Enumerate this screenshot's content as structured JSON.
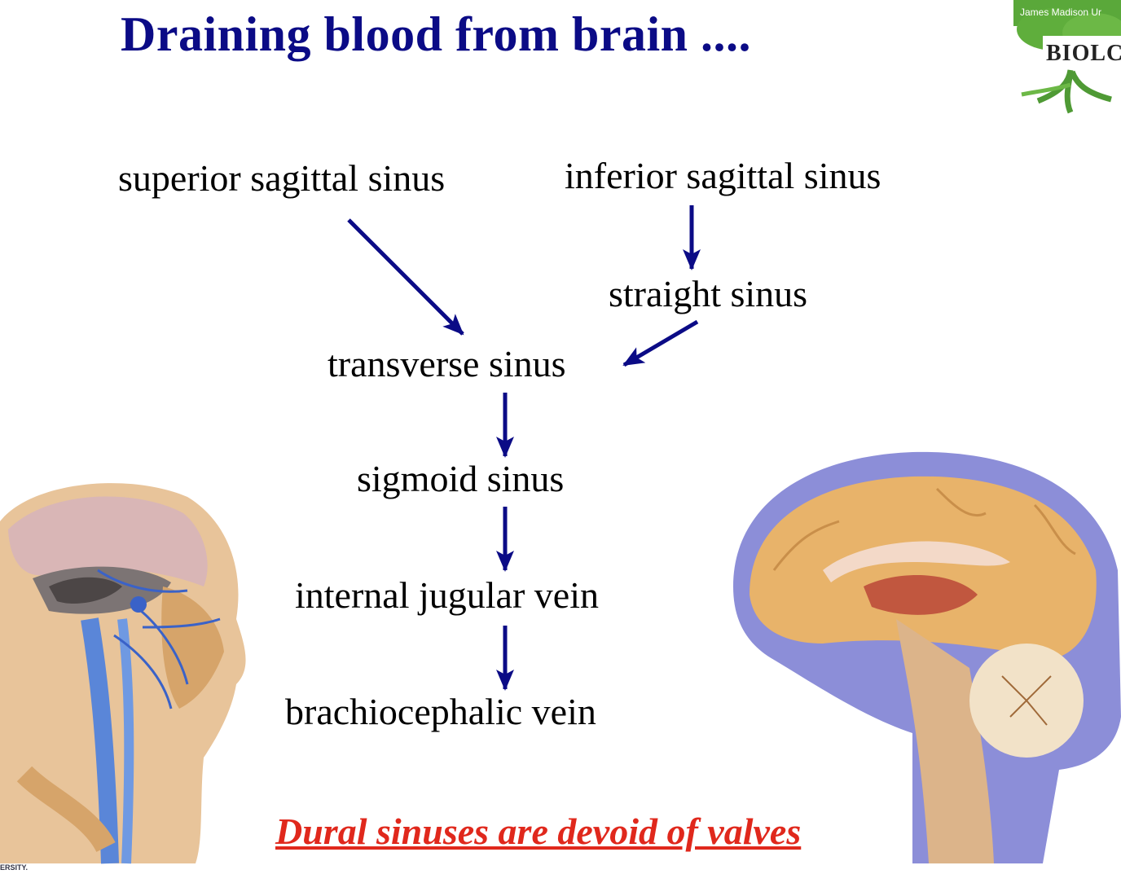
{
  "title": "Draining blood from brain ....",
  "nodes": {
    "superior": "superior sagittal sinus",
    "inferior": "inferior sagittal sinus",
    "straight": "straight sinus",
    "transverse": "transverse sinus",
    "sigmoid": "sigmoid sinus",
    "jugular": "internal jugular vein",
    "brachio": "brachiocephalic vein"
  },
  "footer": "Dural sinuses are devoid of valves",
  "logo": {
    "top_text": "James Madison Ur",
    "main_text": "BIOLC"
  },
  "university_fragment": "ERSITY.",
  "colors": {
    "title": "#0b0b86",
    "arrows": "#0b0b86",
    "footer": "#e0281c",
    "sinus_blue": "#8c8ed8",
    "brain_tan": "#e8b36a"
  }
}
